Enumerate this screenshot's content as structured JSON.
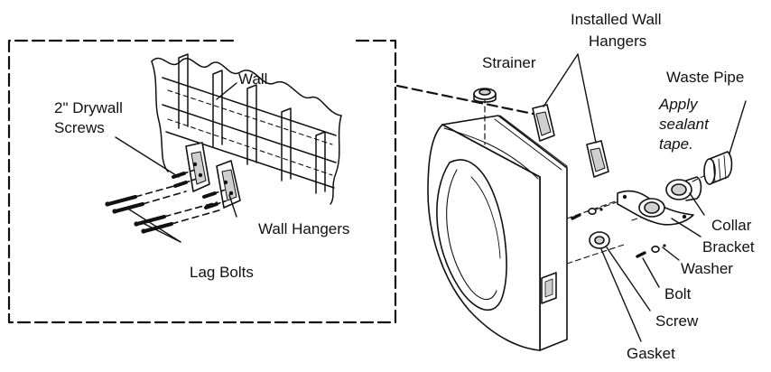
{
  "labels": {
    "installed_wall_hangers": [
      "Installed Wall",
      "Hangers"
    ],
    "strainer": "Strainer",
    "wall": "Wall",
    "drywall_screws": [
      "2\" Drywall",
      "Screws"
    ],
    "waste_pipe": "Waste Pipe",
    "apply_sealant": [
      "Apply",
      "sealant",
      "tape."
    ],
    "wall_hangers": "Wall Hangers",
    "collar": "Collar",
    "bracket": "Bracket",
    "washer": "Washer",
    "lag_bolts": "Lag Bolts",
    "bolt": "Bolt",
    "screw": "Screw",
    "gasket": "Gasket"
  },
  "colors": {
    "line": "#111111",
    "paper": "#ffffff",
    "shade": "#cfcfcf"
  }
}
